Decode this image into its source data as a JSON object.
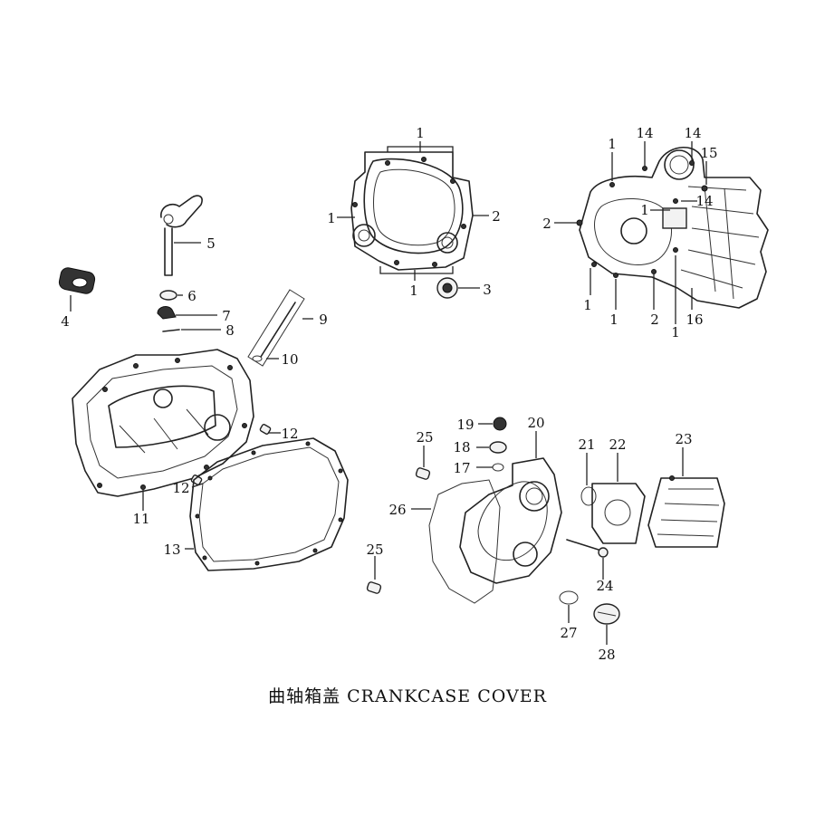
{
  "diagram": {
    "caption": "曲轴箱盖 CRANKCASE COVER",
    "callouts": [
      {
        "id": "c-1a",
        "label": "1"
      },
      {
        "id": "c-1b",
        "label": "1"
      },
      {
        "id": "c-2a",
        "label": "2"
      },
      {
        "id": "c-1c",
        "label": "1"
      },
      {
        "id": "c-3",
        "label": "3"
      },
      {
        "id": "c-1d",
        "label": "1"
      },
      {
        "id": "c-14a",
        "label": "14"
      },
      {
        "id": "c-14b",
        "label": "14"
      },
      {
        "id": "c-15",
        "label": "15"
      },
      {
        "id": "c-14c",
        "label": "14"
      },
      {
        "id": "c-1e",
        "label": "1"
      },
      {
        "id": "c-2b",
        "label": "2"
      },
      {
        "id": "c-1f",
        "label": "1"
      },
      {
        "id": "c-1g",
        "label": "1"
      },
      {
        "id": "c-2c",
        "label": "2"
      },
      {
        "id": "c-1h",
        "label": "1"
      },
      {
        "id": "c-16",
        "label": "16"
      },
      {
        "id": "c-5",
        "label": "5"
      },
      {
        "id": "c-4",
        "label": "4"
      },
      {
        "id": "c-6",
        "label": "6"
      },
      {
        "id": "c-7",
        "label": "7"
      },
      {
        "id": "c-8",
        "label": "8"
      },
      {
        "id": "c-9",
        "label": "9"
      },
      {
        "id": "c-10",
        "label": "10"
      },
      {
        "id": "c-12a",
        "label": "12"
      },
      {
        "id": "c-12b",
        "label": "12"
      },
      {
        "id": "c-11",
        "label": "11"
      },
      {
        "id": "c-13",
        "label": "13"
      },
      {
        "id": "c-19",
        "label": "19"
      },
      {
        "id": "c-20",
        "label": "20"
      },
      {
        "id": "c-25a",
        "label": "25"
      },
      {
        "id": "c-18",
        "label": "18"
      },
      {
        "id": "c-17",
        "label": "17"
      },
      {
        "id": "c-21",
        "label": "21"
      },
      {
        "id": "c-22",
        "label": "22"
      },
      {
        "id": "c-23",
        "label": "23"
      },
      {
        "id": "c-26",
        "label": "26"
      },
      {
        "id": "c-25b",
        "label": "25"
      },
      {
        "id": "c-24",
        "label": "24"
      },
      {
        "id": "c-27",
        "label": "27"
      },
      {
        "id": "c-28",
        "label": "28"
      }
    ]
  }
}
